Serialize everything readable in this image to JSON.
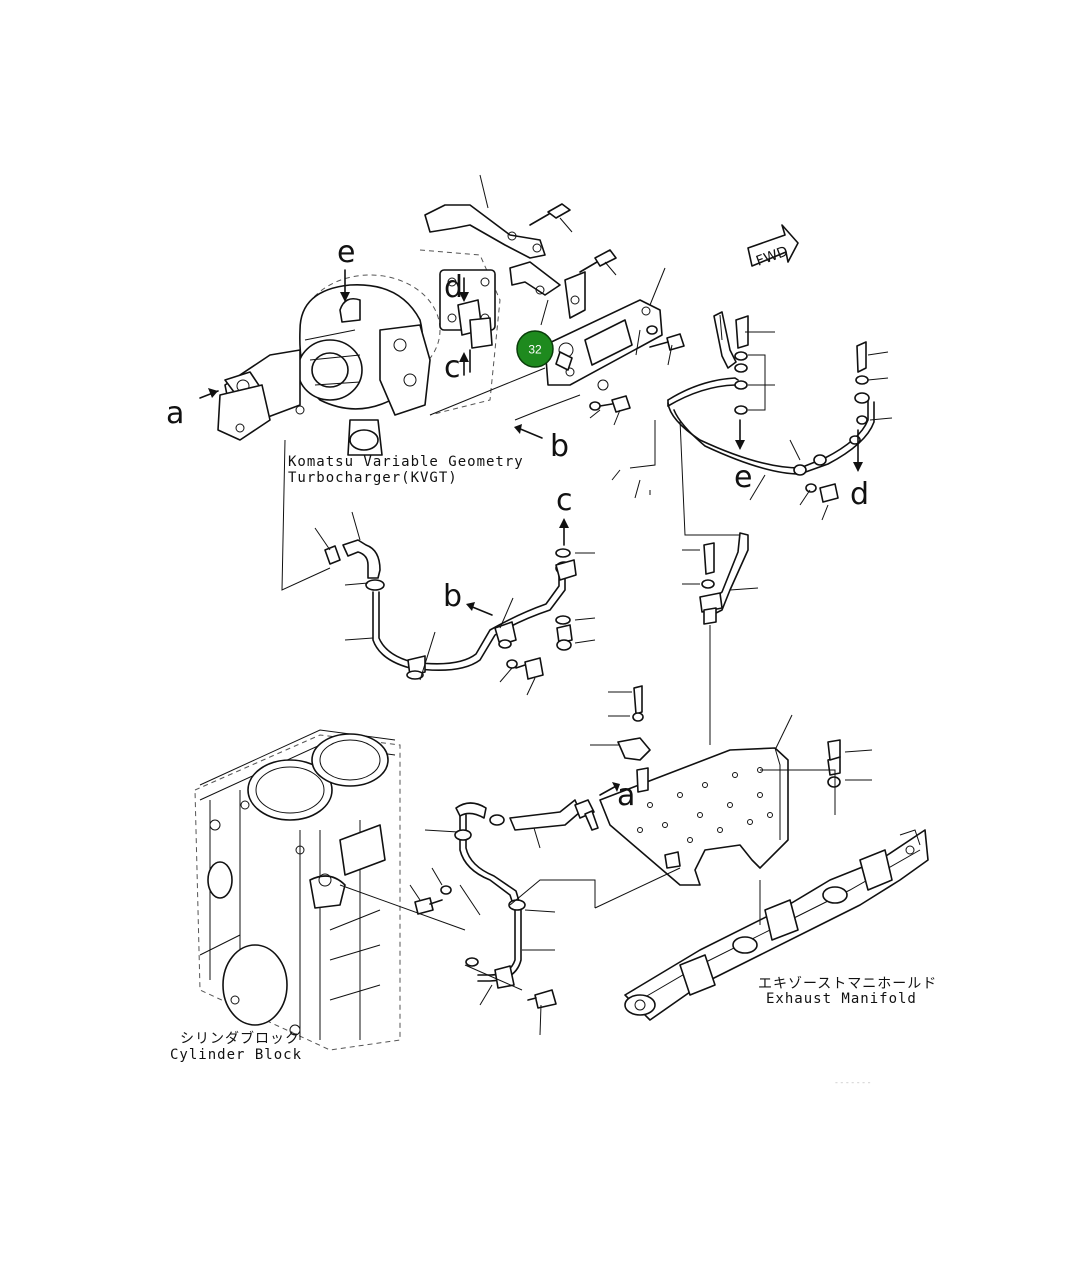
{
  "callout": {
    "number": "32",
    "color": "#1e8a1e"
  },
  "labels": {
    "turbo_en_line1": "Komatsu Variable Geometry",
    "turbo_en_line2": "Turbocharger(KVGT)",
    "cylinder_jp": "シリンダブロック",
    "cylinder_en": "Cylinder Block",
    "manifold_jp": "エキゾーストマニホールド",
    "manifold_en": "Exhaust Manifold",
    "fwd": "FWD",
    "footer_mark": "- - - - - - -"
  },
  "ref_letters": {
    "a1": "a",
    "a2": "a",
    "b1": "b",
    "b2": "b",
    "c1": "c",
    "c2": "c",
    "d1": "d",
    "d2": "d",
    "e1": "e",
    "e2": "e"
  }
}
